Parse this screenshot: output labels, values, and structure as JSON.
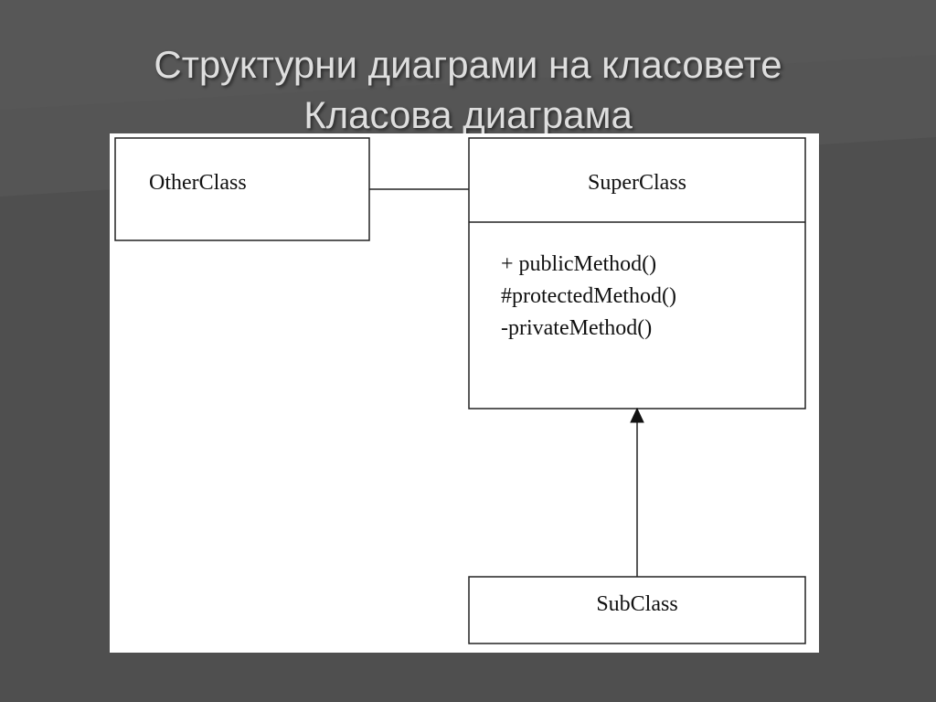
{
  "slide": {
    "title_line1": "Структурни диаграми на класовете",
    "title_line2": "Класова диаграма",
    "background_color": "#4f4f4f",
    "title_color": "#dedede"
  },
  "diagram": {
    "classes": {
      "other": {
        "name": "OtherClass"
      },
      "super": {
        "name": "SuperClass",
        "methods": [
          "+ publicMethod()",
          "#protectedMethod()",
          "-privateMethod()"
        ]
      },
      "sub": {
        "name": "SubClass"
      }
    },
    "relations": [
      {
        "type": "association",
        "from": "OtherClass",
        "to": "SuperClass"
      },
      {
        "type": "generalization",
        "from": "SubClass",
        "to": "SuperClass"
      }
    ]
  }
}
